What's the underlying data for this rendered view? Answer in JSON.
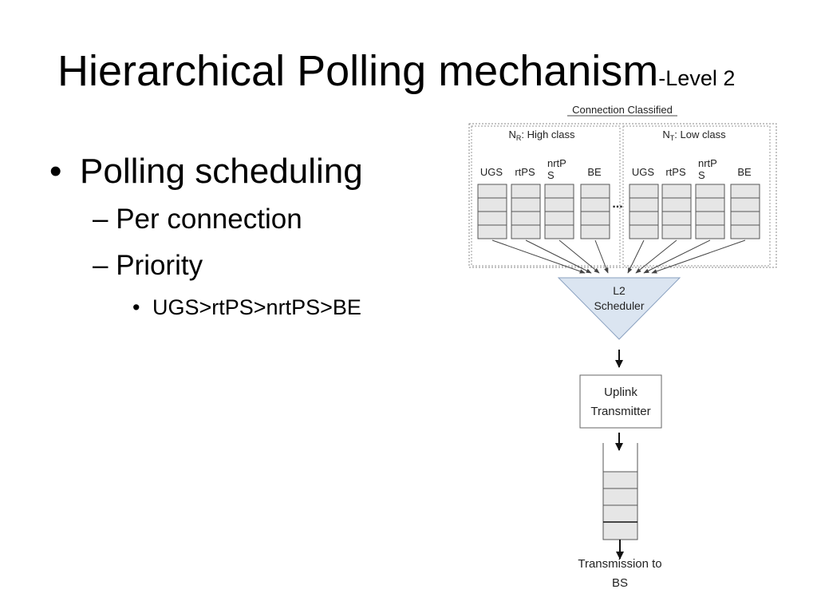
{
  "slide": {
    "title_main": "Hierarchical Polling mechanism",
    "title_suffix": "-Level 2",
    "bullets": {
      "level1": "Polling scheduling",
      "level2": [
        "– Per connection",
        "– Priority"
      ],
      "level3": "UGS>rtPS>nrtPS>BE"
    }
  },
  "diagram": {
    "connection_classified": "Connection Classified",
    "high_class": {
      "symbol": "N",
      "subscript": "R",
      "rest": ": High class"
    },
    "low_class": {
      "symbol": "N",
      "subscript": "T",
      "rest": ": Low class"
    },
    "queue_labels": [
      "UGS",
      "rtPS",
      "nrtP",
      "BE"
    ],
    "queue_label_wrap": "S",
    "ellipsis": "...",
    "scheduler": [
      "L2",
      "Scheduler"
    ],
    "transmitter": [
      "Uplink",
      "Transmitter"
    ],
    "output": [
      "Transmission to",
      "BS"
    ]
  }
}
